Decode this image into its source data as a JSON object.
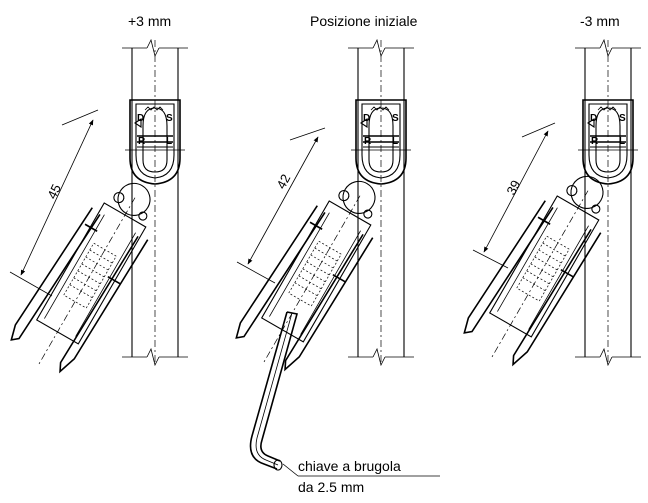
{
  "title_left": "+3 mm",
  "title_center": "Posizione iniziale",
  "title_right": "-3 mm",
  "dim_left": "45",
  "dim_center": "42",
  "dim_right": "39",
  "marker_d": "D",
  "marker_s": "S",
  "marker_r": "R",
  "marker_l": "L",
  "key_label_line1": "chiave a brugola",
  "key_label_line2": "da 2.5 mm"
}
